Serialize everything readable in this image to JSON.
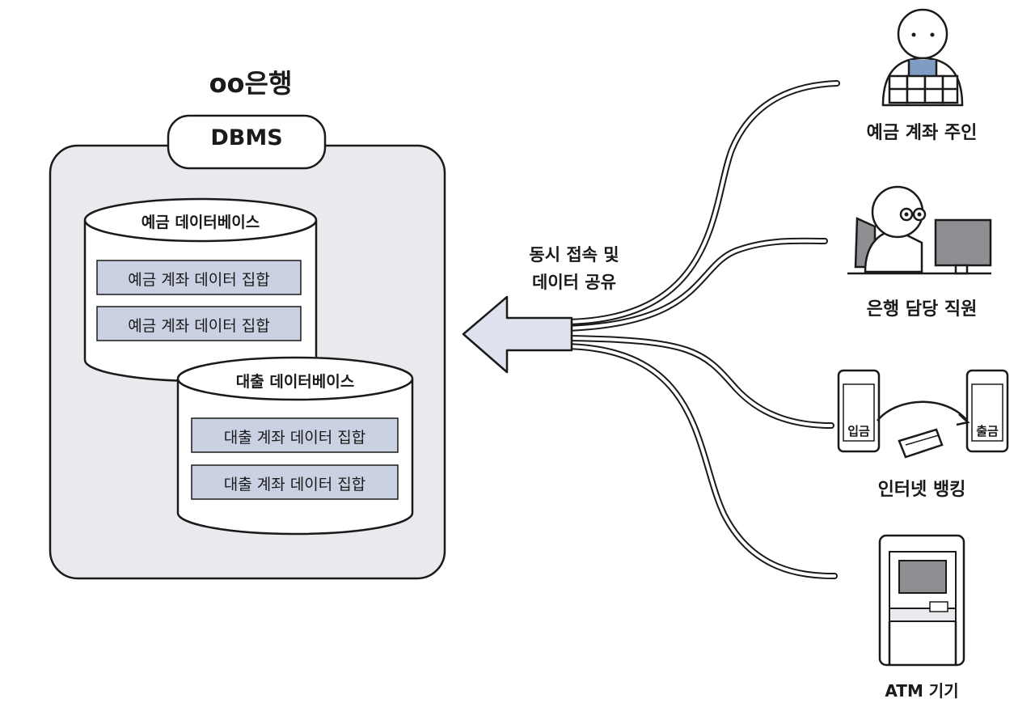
{
  "bank": {
    "title": "oo은행"
  },
  "dbms": {
    "label": "DBMS"
  },
  "databases": [
    {
      "title": "예금 데이터베이스",
      "rows": [
        "예금 계좌 데이터 집합",
        "예금 계좌 데이터 집합"
      ]
    },
    {
      "title": "대출 데이터베이스",
      "rows": [
        "대출 계좌 데이터 집합",
        "대출 계좌 데이터 집합"
      ]
    }
  ],
  "arrow": {
    "line1": "동시 접속 및",
    "line2": "데이터 공유"
  },
  "clients": [
    {
      "label": "예금 계좌 주인",
      "icon": "account-owner-icon"
    },
    {
      "label": "은행 담당 직원",
      "icon": "bank-staff-icon"
    },
    {
      "label": "인터넷 뱅킹",
      "icon": "internet-banking-icon",
      "left_screen": "입금",
      "right_screen": "출금"
    },
    {
      "label": "ATM 기기",
      "icon": "atm-icon"
    }
  ],
  "colors": {
    "dbms_bg": "#e9eaed",
    "row_fill": "#c9d1e3",
    "arrow_fill": "#dde2ee",
    "ink": "#1a1a1a",
    "shirt": "#7f9cc4",
    "monitor": "#8d8f93"
  }
}
